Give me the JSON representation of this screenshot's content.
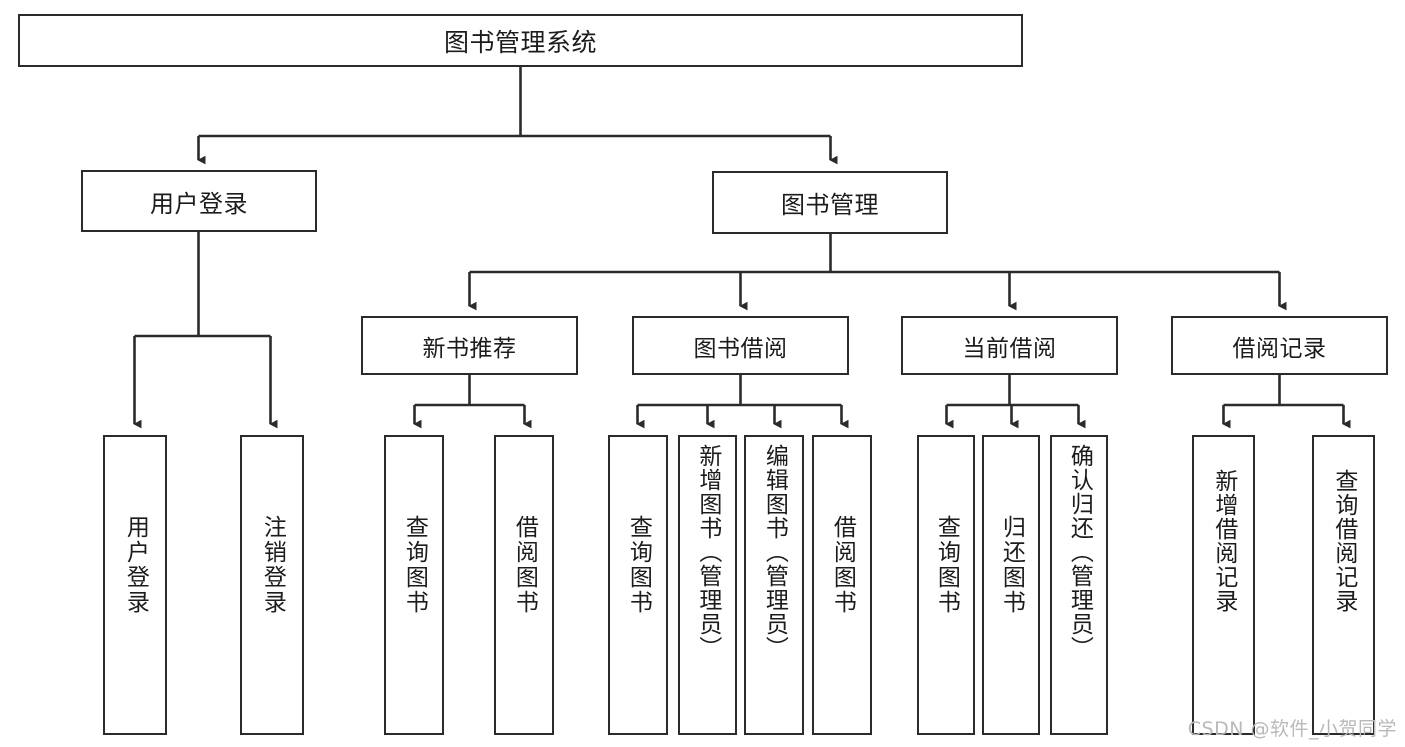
{
  "diagram": {
    "title": "图书管理系统",
    "type": "hierarchy-tree",
    "watermark": "CSDN @软件_小贺同学",
    "colors": {
      "stroke": "#2b2b2b",
      "fill": "#ffffff",
      "text": "#1c1c1c",
      "watermark": "#b9b9b9"
    },
    "root": {
      "label": "图书管理系统"
    },
    "level2": [
      {
        "label": "用户登录"
      },
      {
        "label": "图书管理"
      }
    ],
    "level3": [
      {
        "label": "新书推荐"
      },
      {
        "label": "图书借阅"
      },
      {
        "label": "当前借阅"
      },
      {
        "label": "借阅记录"
      }
    ],
    "leaves": {
      "user_login": [
        {
          "label": "用户登录"
        },
        {
          "label": "注销登录"
        }
      ],
      "new_book_recommend": [
        {
          "label": "查询图书"
        },
        {
          "label": "借阅图书"
        }
      ],
      "book_borrow": [
        {
          "label": "查询图书"
        },
        {
          "label": "新增图书（管理员）"
        },
        {
          "label": "编辑图书（管理员）"
        },
        {
          "label": "借阅图书"
        }
      ],
      "current_borrow": [
        {
          "label": "查询图书"
        },
        {
          "label": "归还图书"
        },
        {
          "label": "确认归还（管理员）"
        }
      ],
      "borrow_record": [
        {
          "label": "新增借阅记录"
        },
        {
          "label": "查询借阅记录"
        }
      ]
    }
  }
}
